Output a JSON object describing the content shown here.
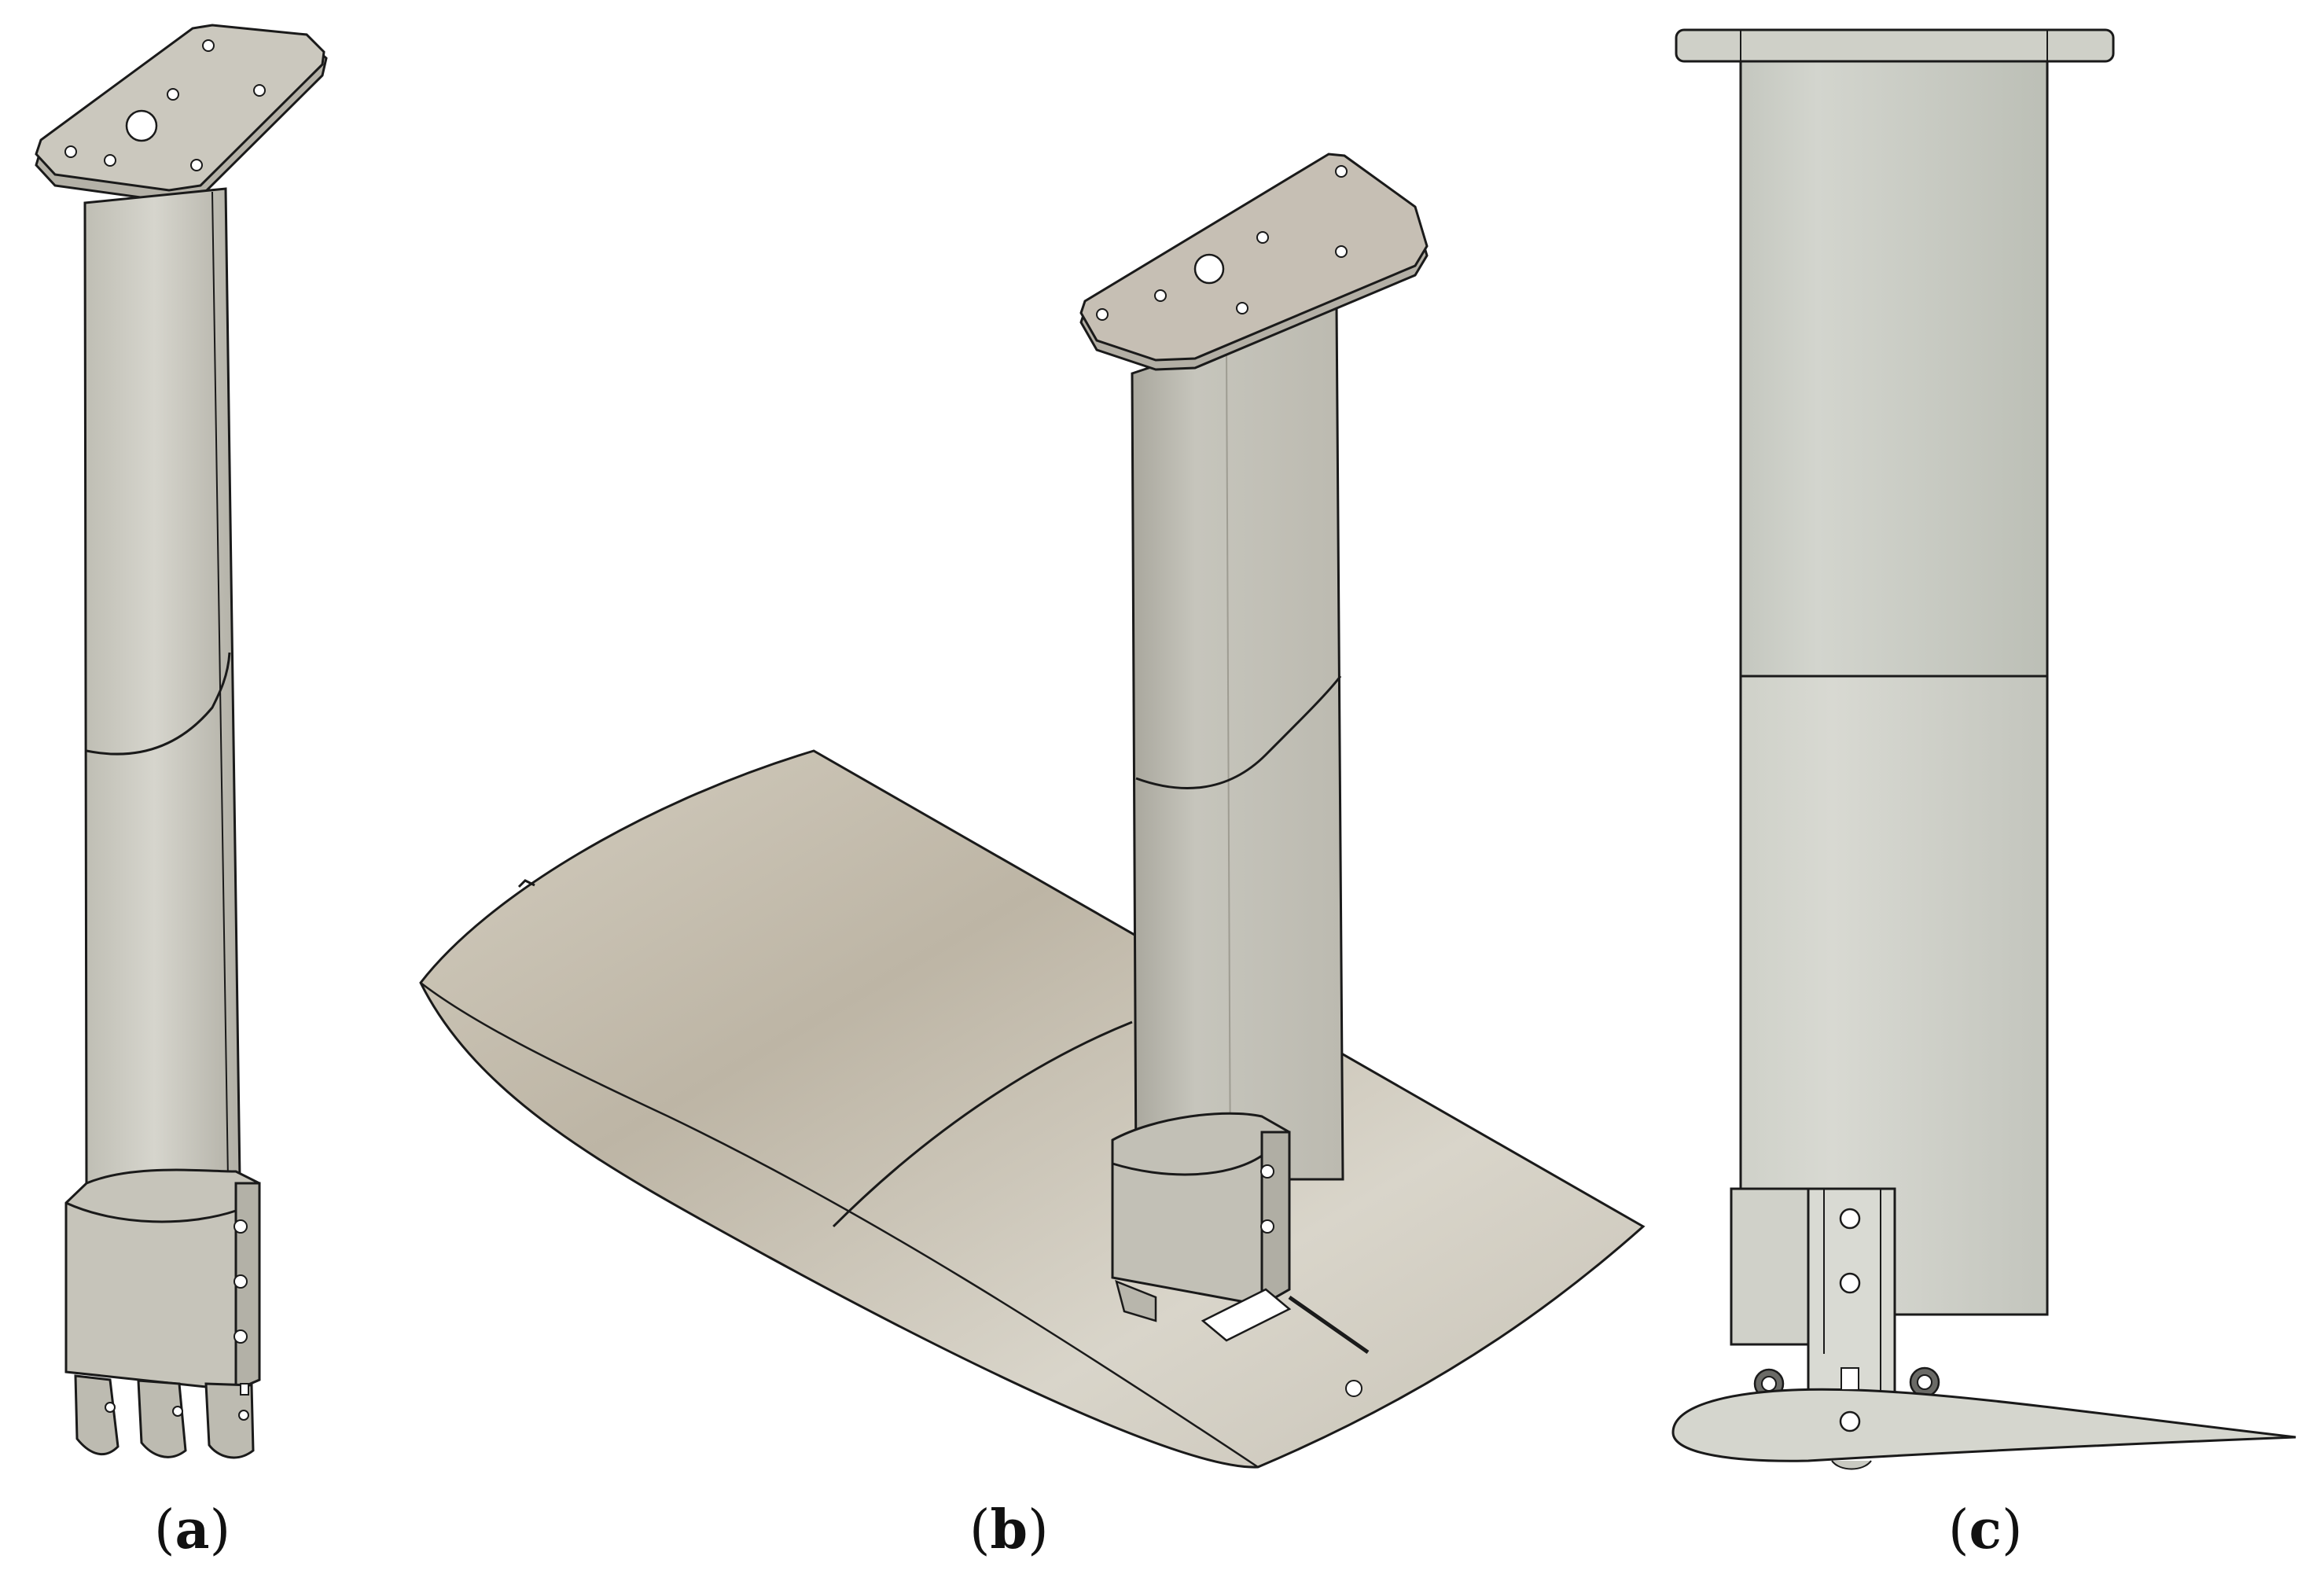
{
  "figure": {
    "panels": [
      {
        "id": "a",
        "caption_open": "(",
        "caption_label": "a",
        "caption_close": ")",
        "view": "isometric-mast"
      },
      {
        "id": "b",
        "caption_open": "(",
        "caption_label": "b",
        "caption_close": ")",
        "view": "isometric-mast-with-wing"
      },
      {
        "id": "c",
        "caption_open": "(",
        "caption_label": "c",
        "caption_close": ")",
        "view": "side-elevation"
      }
    ],
    "colors": {
      "background": "#ffffff",
      "part_light": "#d4d3ca",
      "part_mid": "#bdbcb2",
      "part_dark": "#a8a69b",
      "plate": "#c9c5bb",
      "wing_light": "#dcd7cc",
      "wing_dark": "#bcb5a6",
      "outline": "#1a1a1a"
    }
  }
}
